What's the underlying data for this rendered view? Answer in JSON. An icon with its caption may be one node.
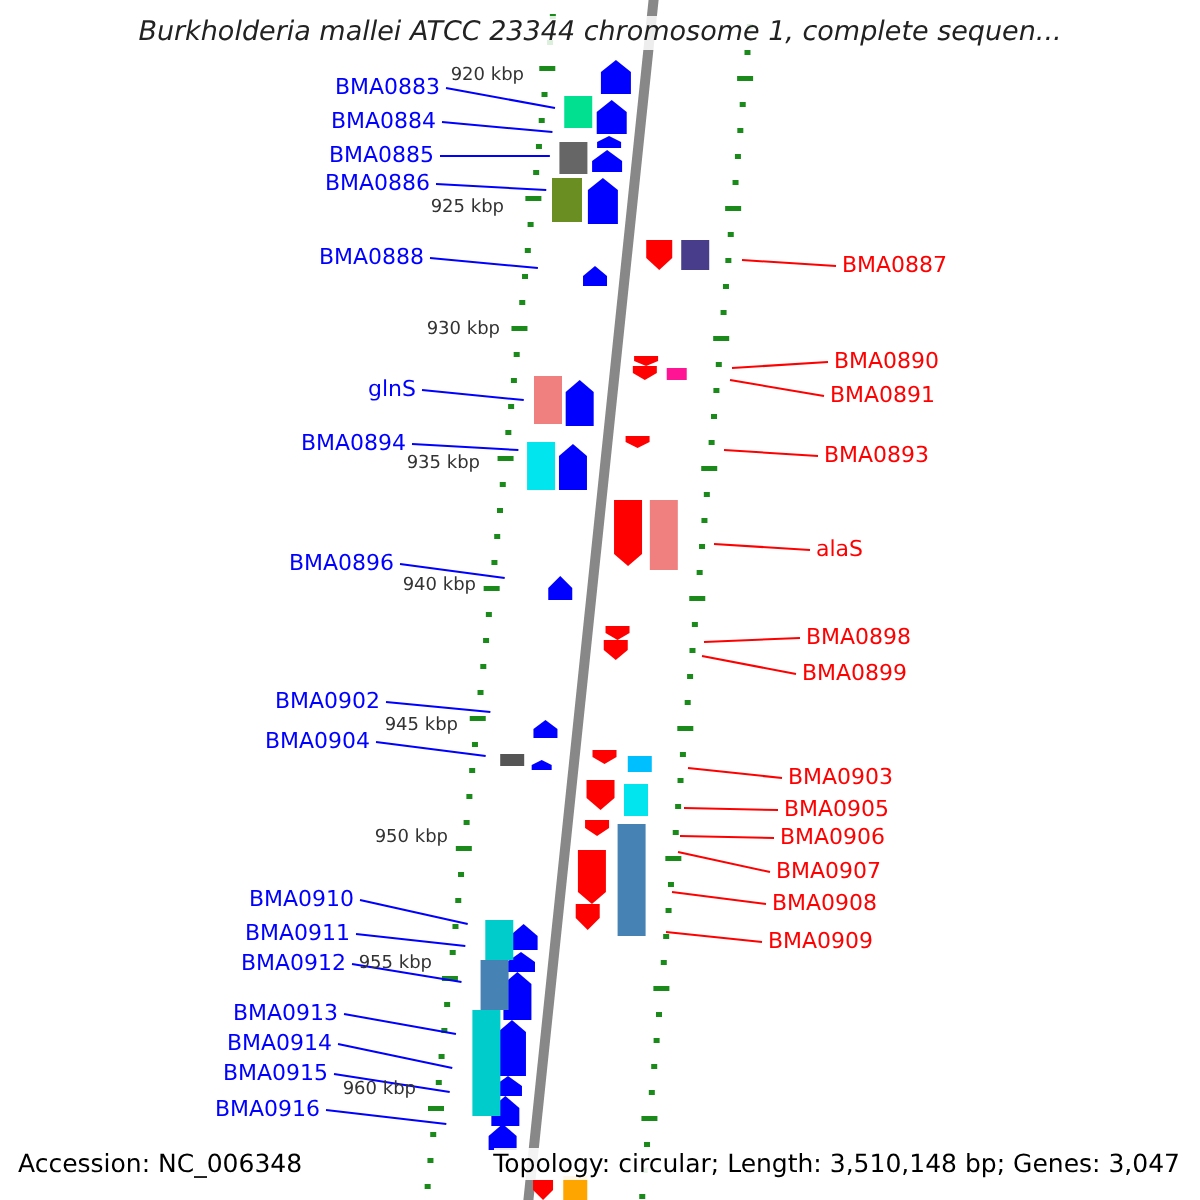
{
  "diagram": {
    "title": "Burkholderia mallei ATCC 23344 chromosome 1, complete sequen...",
    "nodes": [
      {
        "text": [
          "BMA0883"
        ]
      },
      {
        "text": [
          "BMA0884"
        ]
      },
      {
        "text": [
          "BMA0885"
        ]
      },
      {
        "text": [
          "BMA0886"
        ]
      },
      {
        "text": [
          "BMA0888"
        ]
      },
      {
        "text": [
          "BMA0887"
        ]
      },
      {
        "text": [
          "BMA0890"
        ]
      },
      {
        "text": [
          "glnS"
        ]
      },
      {
        "text": [
          "BMA0891"
        ]
      },
      {
        "text": [
          "BMA0894"
        ]
      },
      {
        "text": [
          "BMA0893"
        ]
      },
      {
        "text": [
          "alaS"
        ]
      },
      {
        "text": [
          "BMA0896"
        ]
      },
      {
        "text": [
          "BMA0898"
        ]
      },
      {
        "text": [
          "BMA0899"
        ]
      },
      {
        "text": [
          "BMA0902"
        ]
      },
      {
        "text": [
          "BMA0904"
        ]
      },
      {
        "text": [
          "BMA0903"
        ]
      },
      {
        "text": [
          "BMA0905"
        ]
      },
      {
        "text": [
          "BMA0906"
        ]
      },
      {
        "text": [
          "BMA0907"
        ]
      },
      {
        "text": [
          "BMA0910"
        ]
      },
      {
        "text": [
          "BMA0908"
        ]
      },
      {
        "text": [
          "BMA0911"
        ]
      },
      {
        "text": [
          "BMA0909"
        ]
      },
      {
        "text": [
          "BMA0912"
        ]
      },
      {
        "text": [
          "BMA0913"
        ]
      },
      {
        "text": [
          "BMA0914"
        ]
      },
      {
        "text": [
          "BMA0915"
        ]
      },
      {
        "text": [
          "BMA0916"
        ]
      }
    ],
    "edges": [
      {
        "from": 0,
        "to": null,
        "arrow": "none"
      },
      {
        "from": 1,
        "to": null,
        "arrow": "none"
      },
      {
        "from": 2,
        "to": null,
        "arrow": "none"
      },
      {
        "from": 3,
        "to": null,
        "arrow": "none"
      },
      {
        "from": 4,
        "to": null,
        "arrow": "none"
      },
      {
        "from": 5,
        "to": null,
        "arrow": "none",
        "color": "#ff0000"
      },
      {
        "from": 6,
        "to": null,
        "arrow": "none",
        "color": "#ff0000"
      },
      {
        "from": 7,
        "to": null,
        "arrow": "none"
      },
      {
        "from": 8,
        "to": null,
        "arrow": "none",
        "color": "#ff0000"
      },
      {
        "from": 9,
        "to": null,
        "arrow": "none"
      },
      {
        "from": 10,
        "to": null,
        "arrow": "none",
        "color": "#ff0000"
      },
      {
        "from": 11,
        "to": null,
        "arrow": "none",
        "color": "#ff0000"
      },
      {
        "from": 12,
        "to": null,
        "arrow": "none"
      },
      {
        "from": 13,
        "to": null,
        "arrow": "none",
        "color": "#ff0000"
      },
      {
        "from": 14,
        "to": null,
        "arrow": "none",
        "color": "#ff0000"
      },
      {
        "from": 15,
        "to": null,
        "arrow": "none"
      },
      {
        "from": 16,
        "to": null,
        "arrow": "none"
      },
      {
        "from": 17,
        "to": null,
        "arrow": "none",
        "color": "#ff0000"
      },
      {
        "from": 18,
        "to": null,
        "arrow": "none",
        "color": "#ff0000"
      },
      {
        "from": 19,
        "to": null,
        "arrow": "none",
        "color": "#ff0000"
      },
      {
        "from": 20,
        "to": null,
        "arrow": "none",
        "color": "#ff0000"
      },
      {
        "from": 21,
        "to": null,
        "arrow": "none"
      },
      {
        "from": 22,
        "to": null,
        "arrow": "none",
        "color": "#ff0000"
      },
      {
        "from": 23,
        "to": null,
        "arrow": "none"
      },
      {
        "from": 24,
        "to": null,
        "arrow": "none",
        "color": "#ff0000"
      },
      {
        "from": 25,
        "to": null,
        "arrow": "none"
      },
      {
        "from": 26,
        "to": null,
        "arrow": "none"
      },
      {
        "from": 27,
        "to": null,
        "arrow": "none"
      },
      {
        "from": 28,
        "to": null,
        "arrow": "none"
      },
      {
        "from": 29,
        "to": null,
        "arrow": "none"
      }
    ],
    "labels": [
      "920 kbp",
      "925 kbp",
      "930 kbp",
      "935 kbp",
      "940 kbp",
      "945 kbp",
      "950 kbp",
      "955 kbp",
      "960 kbp",
      "Accession: NC_006348",
      "Topology: circular; Length: 3,510,148 bp; Genes: 3,047"
    ]
  }
}
